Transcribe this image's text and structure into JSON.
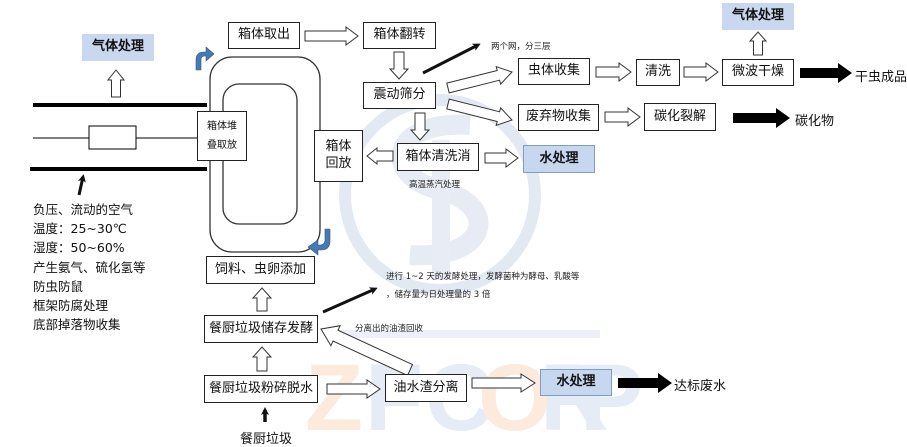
{
  "boxes": {
    "gas_left": "气体处理",
    "gas_right": "气体处理",
    "stack": [
      "箱体堆",
      "叠取放"
    ],
    "box_out": "箱体取出",
    "box_flip": "箱体翻转",
    "vibrate": "震动筛分",
    "box_return": [
      "箱体",
      "回放"
    ],
    "box_clean": "箱体清洗消",
    "water_top": "水处理",
    "insect_collect": "虫体收集",
    "wash": "清洗",
    "microwave": "微波干燥",
    "waste_collect": "废弃物收集",
    "carbonize": "碳化裂解",
    "feed_add": "饲料、虫卵添加",
    "ferment": "餐厨垃圾储存发酵",
    "crush": "餐厨垃圾粉碎脱水",
    "separate": "油水渣分离",
    "water_bottom": "水处理"
  },
  "outputs": {
    "dry_insect": "干虫成品",
    "carbide": "碳化物",
    "waste_water": "达标废水",
    "kitchen_waste": "餐厨垃圾"
  },
  "notes": {
    "two_nets": "两个网，分三层",
    "steam": "高温蒸汽处理",
    "ferment_line1": "进行 1~2 天的发酵处理，发酵菌种为酵母、乳酸等",
    "ferment_line2": "，储存量为日处理量的 3 倍",
    "oil_recycle": "分离出的油渣回收"
  },
  "conditions": [
    "负压、流动的空气",
    "温度：25~30℃",
    "湿度：50~60%",
    "产生氨气、硫化氢等",
    "防虫防鼠",
    "框架防腐处理",
    "底部掉落物收集"
  ],
  "watermark": {
    "text": "ZFCORP",
    "letters": [
      "Z",
      "F",
      "C",
      "O",
      "R",
      "P"
    ]
  },
  "colors": {
    "blue_fill": "#c6d7ef",
    "curve_arrow": "#4a78b0",
    "watermark_blue": "#dfe6f1",
    "watermark_orange": "#fbe6d2"
  }
}
